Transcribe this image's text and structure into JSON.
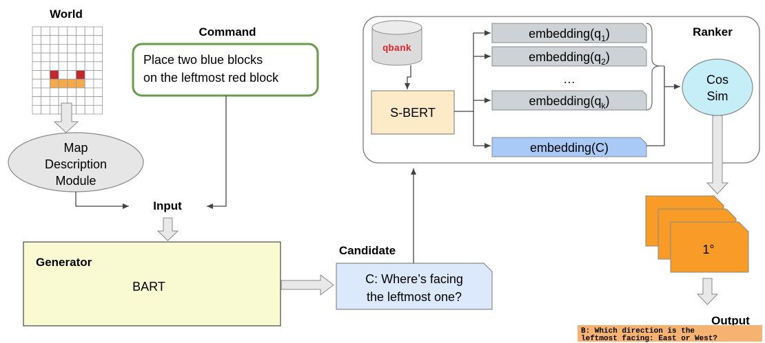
{
  "world": {
    "title": "World",
    "grid": {
      "rows": 10,
      "cols": 8
    },
    "cells": [
      {
        "row": 5,
        "col": 2,
        "color": "red"
      },
      {
        "row": 5,
        "col": 5,
        "color": "red"
      },
      {
        "row": 6,
        "col": 2,
        "color": "orange"
      },
      {
        "row": 6,
        "col": 3,
        "color": "orange"
      },
      {
        "row": 6,
        "col": 4,
        "color": "orange"
      },
      {
        "row": 6,
        "col": 5,
        "color": "orange"
      }
    ]
  },
  "command": {
    "title": "Command",
    "line1": "Place two blue blocks",
    "line2": "on the leftmost red block"
  },
  "map_module": {
    "line1": "Map",
    "line2": "Description",
    "line3": "Module"
  },
  "input_label": "Input",
  "generator": {
    "title": "Generator",
    "model": "BART"
  },
  "candidate": {
    "title": "Candidate",
    "line1": "C: Where’s facing",
    "line2": "the leftmost one?"
  },
  "ranker": {
    "title": "Ranker",
    "qbank": "qbank",
    "encoder": "S-BERT",
    "emb1": {
      "base": "embedding(q",
      "sub": "1",
      "close": ")"
    },
    "emb2": {
      "base": "embedding(q",
      "sub": "2",
      "close": ")"
    },
    "ellipsis": "…",
    "embk": {
      "base": "embedding(q",
      "sub": "k",
      "close": ")"
    },
    "embc": "embedding(C)",
    "cos_line1": "Cos",
    "cos_line2": "Sim"
  },
  "output": {
    "rank_label": "1°",
    "title": "Output",
    "line1": "B: Which direction is the",
    "line2": "leftmost facing: East or West?"
  },
  "colors": {
    "red": "#c0262c",
    "orange": "#f4a94a",
    "green_border": "#6a9a4a",
    "generator_fill": "#fafad2",
    "candidate_fill": "#dce8fb",
    "sbert_fill": "#fdebc8",
    "embedding_fill": "#ccd2d6",
    "embc_fill": "#a9c9f6",
    "cossim_fill": "#c6eef8",
    "card_fill": "#f99b27",
    "output_fill": "#f5b271",
    "qbank_red": "#e0262c"
  }
}
